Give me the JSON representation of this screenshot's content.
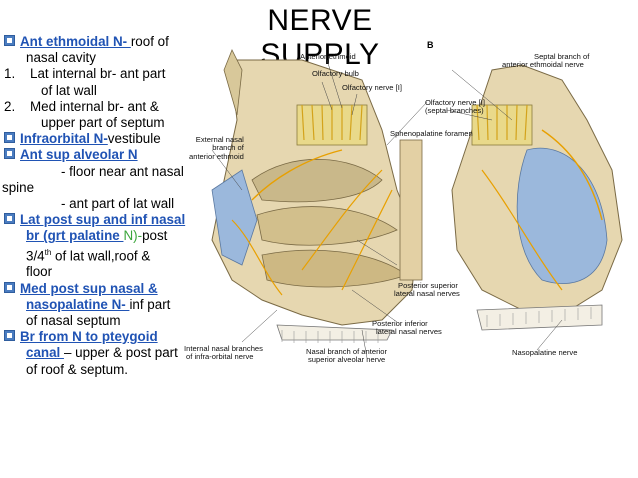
{
  "title": "NERVE SUPPLY",
  "panel_b": "B",
  "items": [
    {
      "label": "Ant ethmoidal N- ",
      "after": "roof of",
      "cont": "nasal cavity"
    },
    {
      "num": "1.",
      "text1": "Lat internal br- ant part",
      "text2": "of lat wall"
    },
    {
      "num": "2.",
      "text1": "Med internal br- ant &",
      "text2": "upper part of septum"
    },
    {
      "label": "Infraorbital N-",
      "after": "vestibule"
    },
    {
      "label": "Ant sup alveolar N"
    },
    {
      "text1": "- floor near ant nasal",
      "text2": "spine",
      "text3": "- ant part of lat wall"
    },
    {
      "label1": "Lat post sup and inf nasal",
      "label2": "br (grt palatine ",
      "green": "N)-",
      "after": "post",
      "cont1": "3/4",
      "sup": "th",
      "cont1b": " of lat wall,roof &",
      "cont2": "floor"
    },
    {
      "label1": "Med post sup nasal &",
      "label2": "nasopalatine N- ",
      "after": "inf part",
      "cont": "of nasal septum"
    },
    {
      "label1": "Br from N to pteygoid",
      "label2": "canal ",
      "after": "– upper & post part",
      "cont": "of roof & septum."
    }
  ],
  "diagram_labels": {
    "anterior_ethmoid": "Anterior ethmoid",
    "olfactory_bulb": "Olfactory bulb",
    "olfactory_nerve_1": "Olfactory nerve [I]",
    "sphenopalatine": "Sphenopalatine foramen",
    "external_nasal": [
      "External nasal",
      "branch of",
      "anterior ethmoid"
    ],
    "septal_branch": [
      "Septal branch of",
      "anterior ethmoidal nerve"
    ],
    "olfactory_nerve_septal": [
      "Olfactory nerve [I]",
      "(septal branches)"
    ],
    "post_sup_lat": [
      "Posterior superior",
      "lateral nasal nerves"
    ],
    "post_inf_lat": [
      "Posterior inferior",
      "lateral nasal nerves"
    ],
    "internal_nasal": [
      "Internal nasal branches",
      "of infra-orbital nerve"
    ],
    "nasal_branch": [
      "Nasal branch of anterior",
      "superior alveolar nerve"
    ],
    "nasopalatine": "Nasopalatine nerve"
  }
}
